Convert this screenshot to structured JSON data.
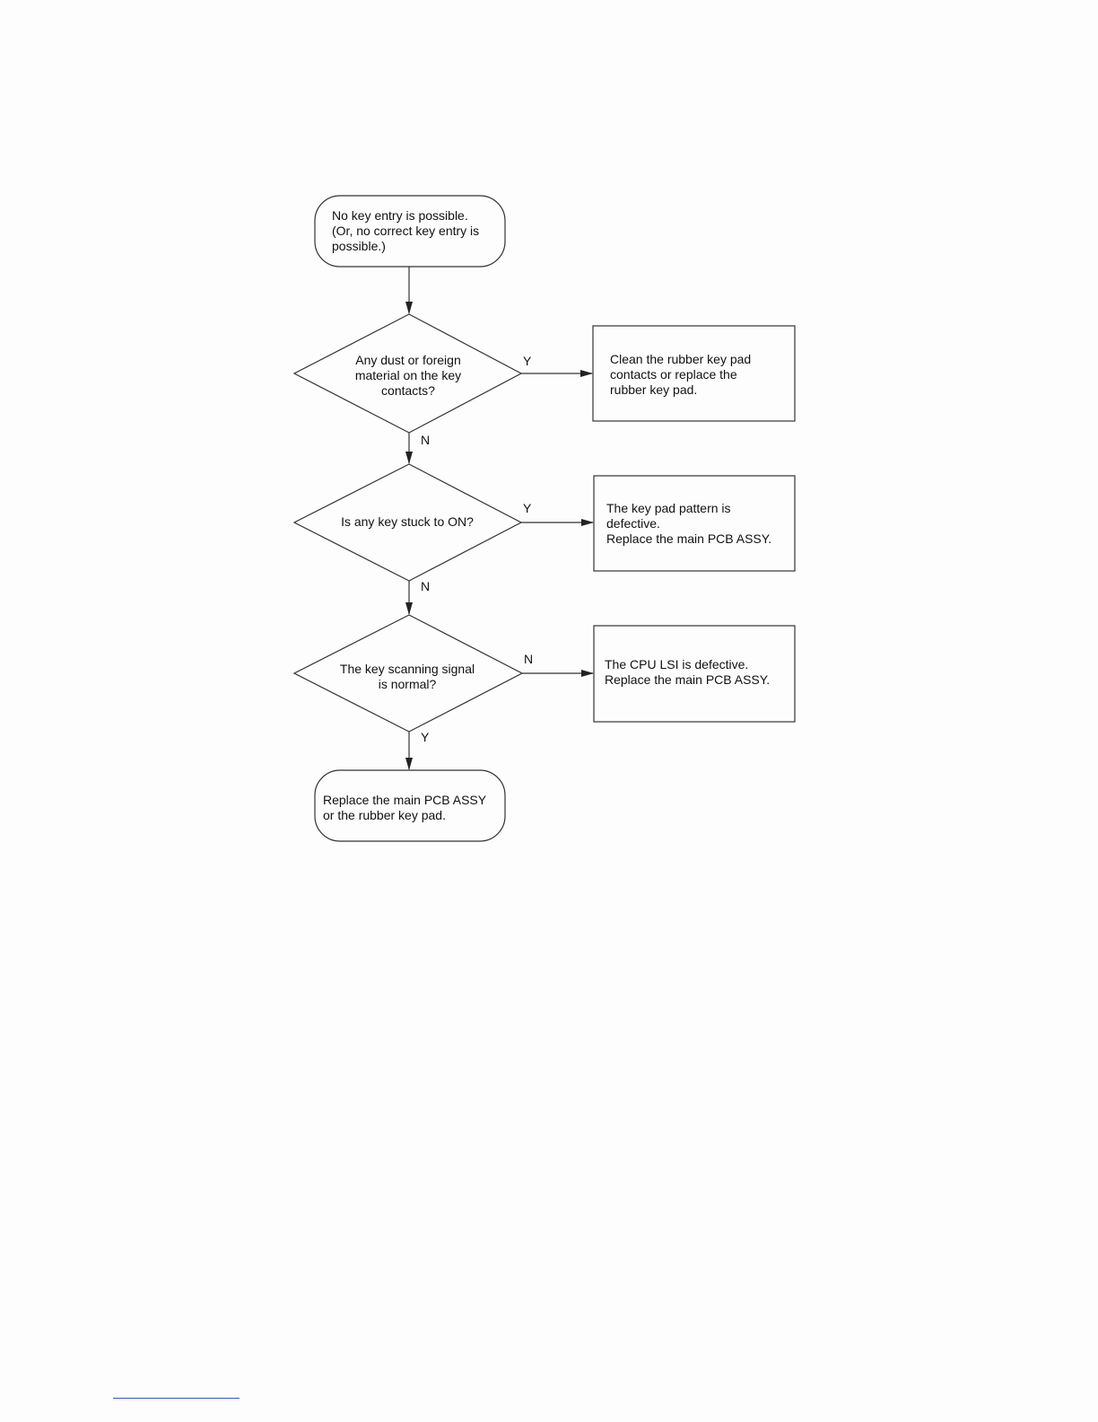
{
  "flowchart": {
    "start": "No key entry is possible.\n(Or, no correct key entry is\npossible.)",
    "decision_dust": "Any dust or foreign\nmaterial on the key\ncontacts?",
    "action_clean": "Clean the rubber key pad\ncontacts or replace the\nrubber key pad.",
    "decision_stuck": "Is any key stuck to ON?",
    "action_pattern": "The key pad pattern is\ndefective.\nReplace the main PCB ASSY.",
    "decision_scanning": "The key scanning signal\nis normal?",
    "action_cpu": "The CPU LSI is defective.\nReplace the main PCB ASSY.",
    "end": "Replace the main PCB ASSY\nor the rubber key pad.",
    "labels": {
      "dust_yes": "Y",
      "dust_no": "N",
      "stuck_yes": "Y",
      "stuck_no": "N",
      "scan_no": "N",
      "scan_yes": "Y"
    }
  },
  "colors": {
    "stroke": "#333333",
    "footer_rule": "#3a56c8"
  }
}
